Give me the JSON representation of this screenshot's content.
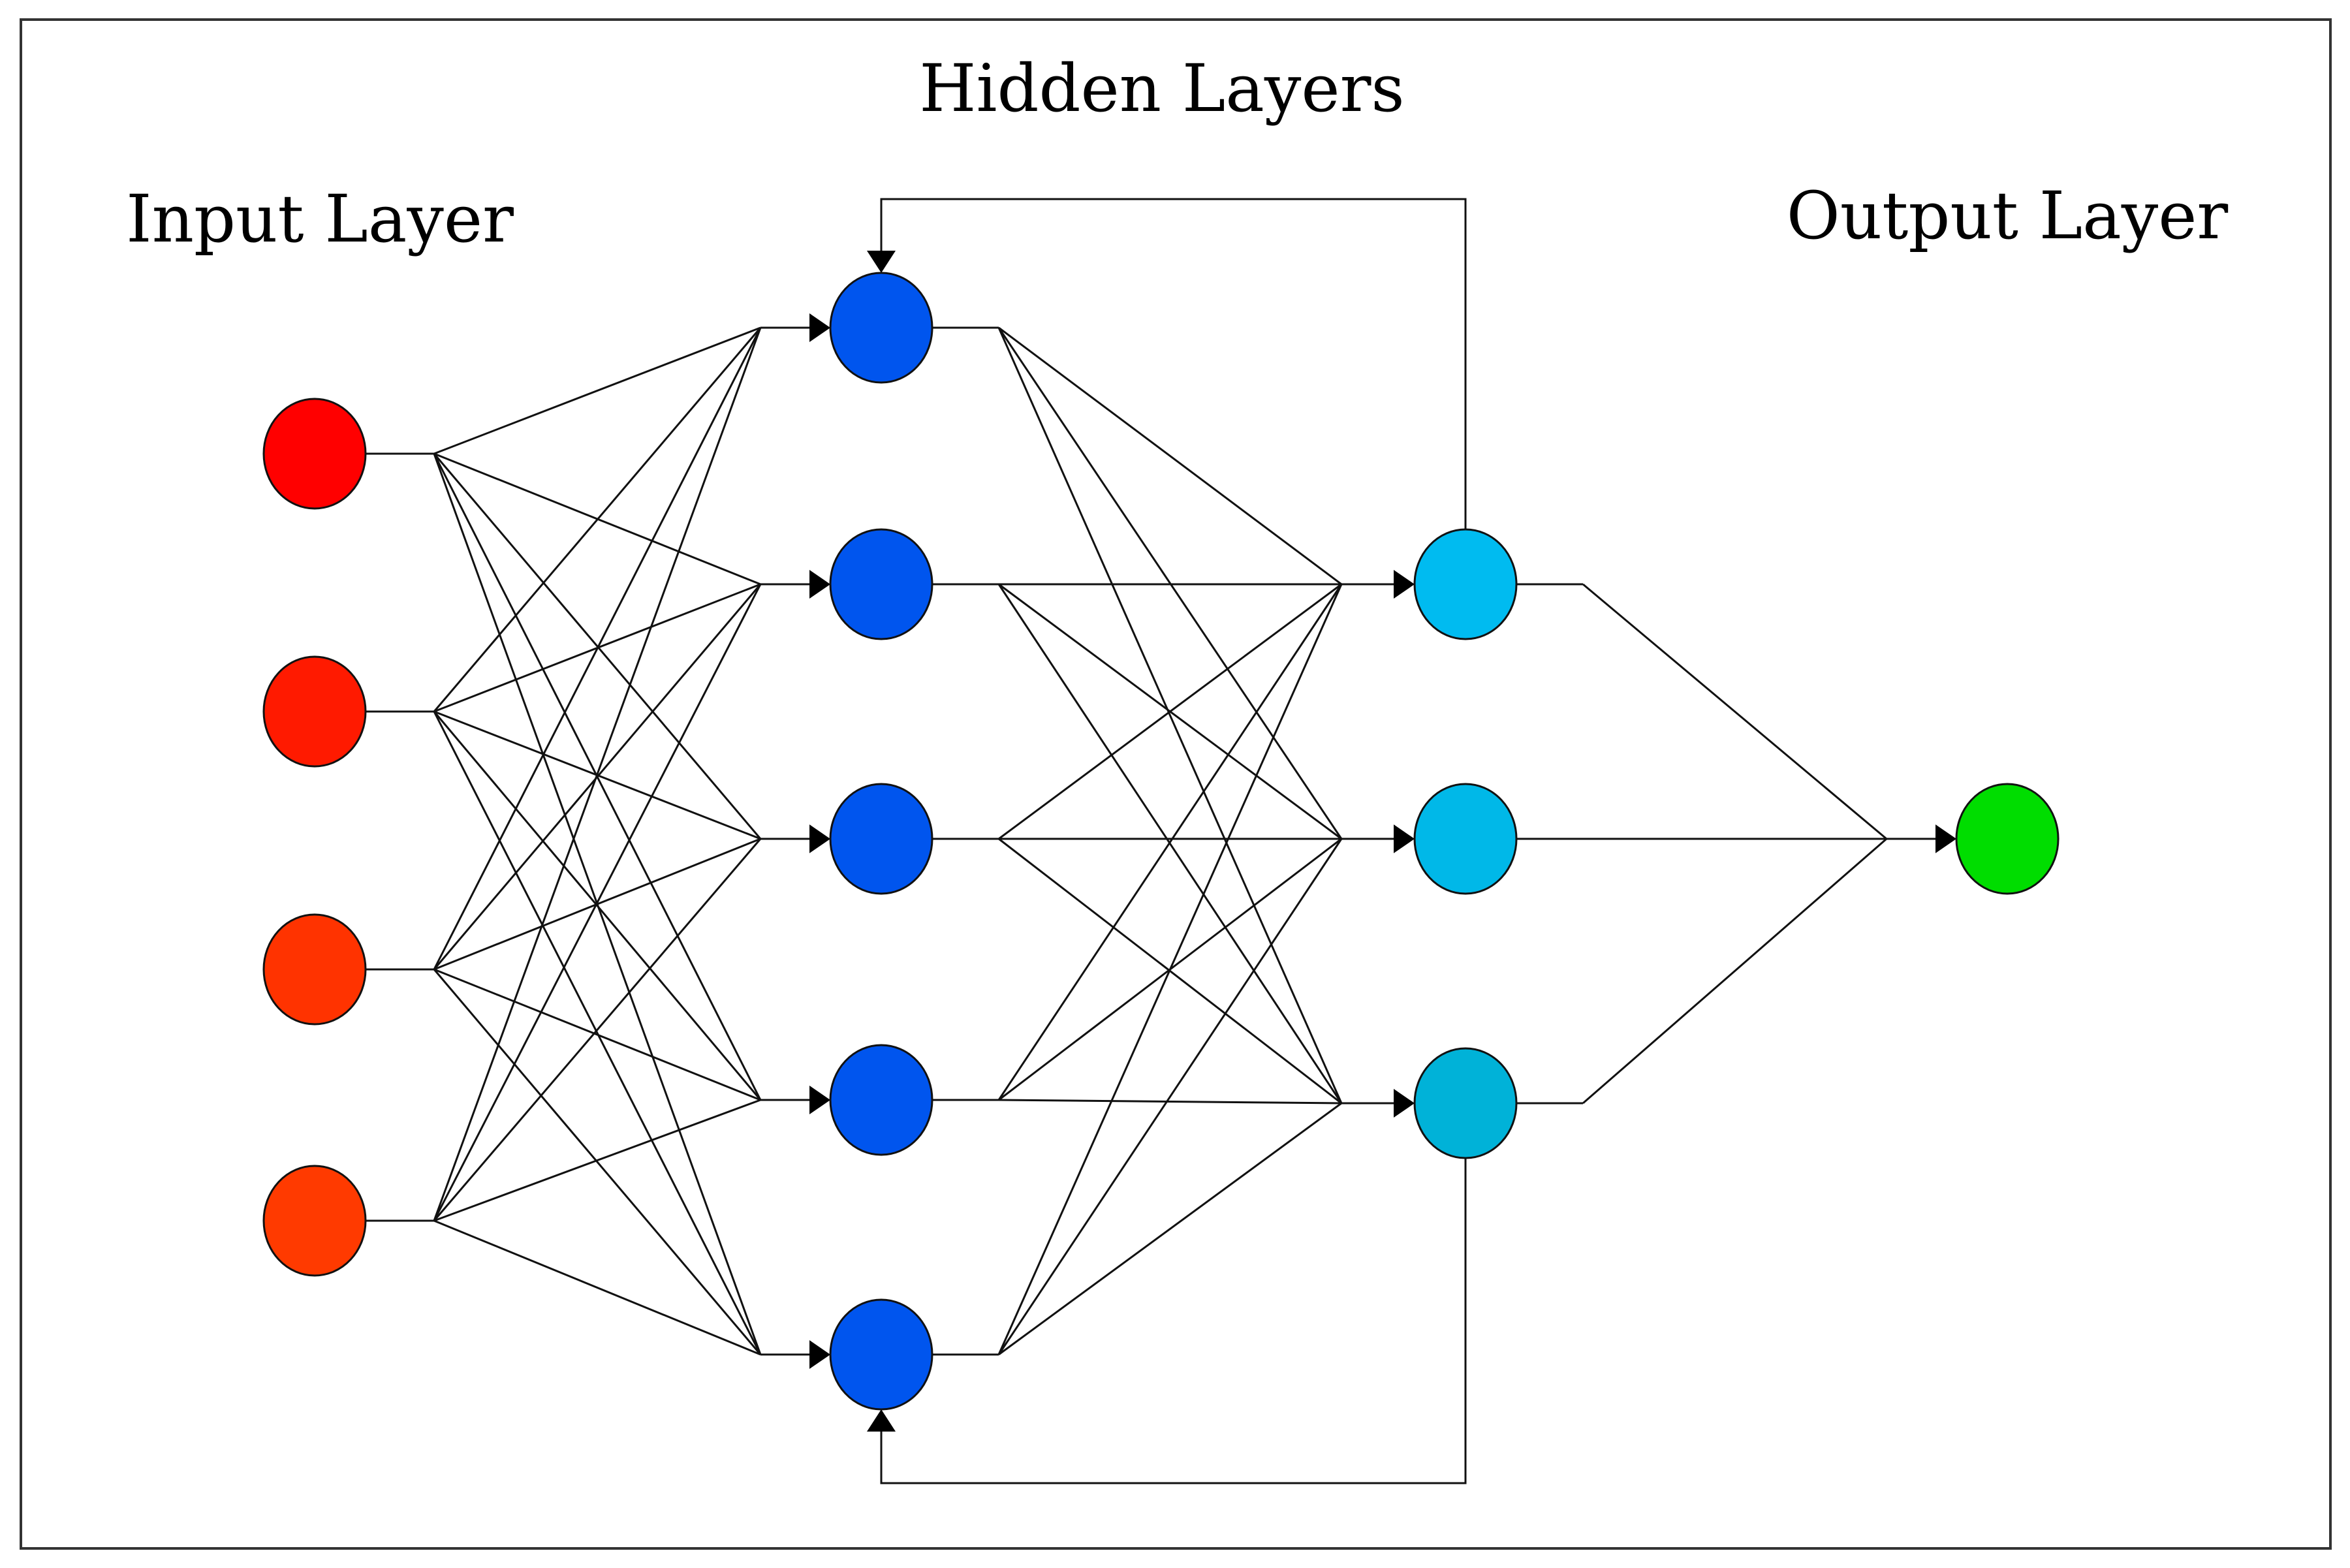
{
  "titles": {
    "input": "Input Layer",
    "hidden": "Hidden Layers",
    "output": "Output Layer"
  },
  "layers": [
    {
      "name": "input",
      "nodes": 4,
      "colors": [
        "#ff0000",
        "#ff1a00",
        "#ff3300",
        "#ff3a00"
      ]
    },
    {
      "name": "hidden-1",
      "nodes": 5,
      "colors": [
        "#0055ee",
        "#0055ee",
        "#0055ee",
        "#0055ee",
        "#0055ee"
      ]
    },
    {
      "name": "hidden-2",
      "nodes": 3,
      "colors": [
        "#00bbf0",
        "#00b8e8",
        "#00b2d8"
      ]
    },
    {
      "name": "output",
      "nodes": 1,
      "colors": [
        "#00dd00"
      ]
    }
  ],
  "connections": "fully-connected",
  "recurrent_links": [
    {
      "from": "hidden-2 node 1",
      "to": "hidden-1 node 1"
    },
    {
      "from": "hidden-2 node 3",
      "to": "hidden-1 node 5"
    }
  ]
}
